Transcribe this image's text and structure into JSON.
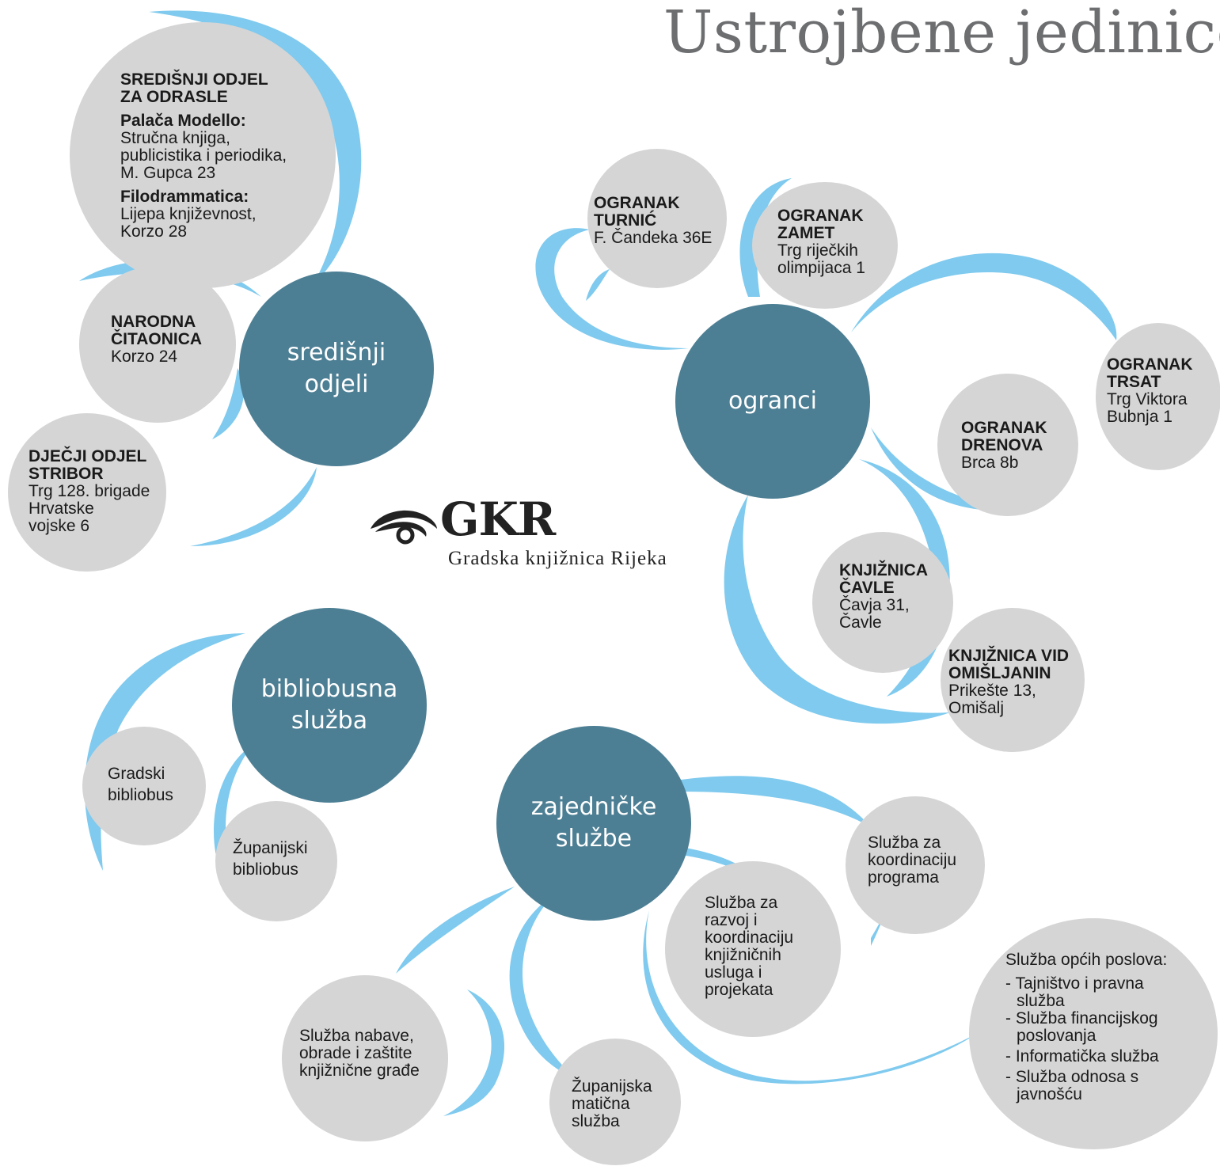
{
  "title": "Ustrojbene jedinice",
  "logo": {
    "acronym": "GKR",
    "name": "Gradska knjižnica Rijeka"
  },
  "hubs": {
    "sredisnji": [
      "središnji",
      "odjeli"
    ],
    "ogranci": [
      "ogranci"
    ],
    "bibliobus": [
      "bibliobusna",
      "služba"
    ],
    "zajednicke": [
      "zajedničke",
      "službe"
    ]
  },
  "sredisnji_odjel": {
    "title": [
      "SREDIŠNJI ODJEL",
      "ZA ODRASLE"
    ],
    "loc1_name": "Palača Modello:",
    "loc1_lines": [
      "Stručna knjiga,",
      "publicistika i periodika,",
      "M. Gupca 23"
    ],
    "loc2_name": "Filodrammatica:",
    "loc2_lines": [
      "Lijepa književnost,",
      "Korzo 28"
    ]
  },
  "narodna": {
    "title": [
      "NARODNA",
      "ČITAONICA"
    ],
    "lines": [
      "Korzo 24"
    ]
  },
  "djecji": {
    "title": [
      "DJEČJI ODJEL",
      "STRIBOR"
    ],
    "lines": [
      "Trg 128. brigade",
      "Hrvatske",
      "vojske 6"
    ]
  },
  "turnic": {
    "title": [
      "OGRANAK",
      "TURNIĆ"
    ],
    "lines": [
      "F. Čandeka 36E"
    ]
  },
  "zamet": {
    "title": [
      "OGRANAK",
      "ZAMET"
    ],
    "lines": [
      "Trg riječkih",
      "olimpijaca 1"
    ]
  },
  "trsat": {
    "title": [
      "OGRANAK",
      "TRSAT"
    ],
    "lines": [
      "Trg Viktora",
      "Bubnja 1"
    ]
  },
  "drenova": {
    "title": [
      "OGRANAK",
      "DRENOVA"
    ],
    "lines": [
      "Brca 8b"
    ]
  },
  "cavle": {
    "title": [
      "KNJIŽNICA",
      "ČAVLE"
    ],
    "lines": [
      "Čavja 31,",
      "Čavle"
    ]
  },
  "vid": {
    "title": [
      "KNJIŽNICA VID",
      "OMIŠLJANIN"
    ],
    "lines": [
      "Prikešte 13,",
      "Omišalj"
    ]
  },
  "gradski_bibliobus": [
    "Gradski",
    "bibliobus"
  ],
  "zupanijski_bibliobus": [
    "Županijski",
    "bibliobus"
  ],
  "koordinacija_programa": [
    "Služba za",
    "koordinaciju",
    "programa"
  ],
  "razvoj": [
    "Služba za",
    "razvoj i",
    "koordinaciju",
    "knjižničnih",
    "usluga i",
    "projekata"
  ],
  "nabava": [
    "Služba nabave,",
    "obrade i zaštite",
    "knjižnične građe"
  ],
  "maticna": [
    "Županijska",
    "matična",
    "služba"
  ],
  "opci_poslovi": {
    "heading": "Služba općih poslova:",
    "items": [
      [
        "- Tajništvo i pravna",
        "služba"
      ],
      [
        "- Služba financijskog",
        "poslovanja"
      ],
      [
        "- Informatička služba"
      ],
      [
        "- Služba odnosa s",
        "javnošću"
      ]
    ]
  },
  "colors": {
    "hub": "#4d7f94",
    "bubble": "#d5d5d6",
    "swirl": "#7fcaee",
    "title": "#6d6e70"
  }
}
